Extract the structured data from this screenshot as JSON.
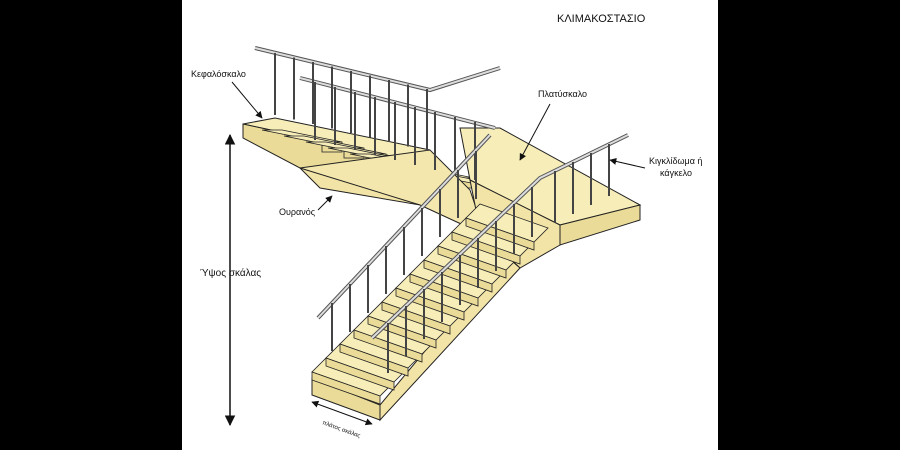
{
  "diagram": {
    "title": "ΚΛΙΜΑΚΟΣΤΑΣΙΟ",
    "labels": {
      "head_step": "Κεφαλόσκαλο",
      "landing": "Πλατύσκαλο",
      "railing_line1": "Κιγκλίδωμα ή",
      "railing_line2": "κάγκελο",
      "soffit": "Ουρανός",
      "stair_height": "Ύψος σκάλας",
      "stair_width": "πλάτος σκάλας"
    },
    "colors": {
      "tread": "#F6EDB8",
      "riser": "#EADB98",
      "side": "#F2E3A6",
      "outline": "#222222",
      "background": "#FFFFFF",
      "letterbox": "#000000"
    }
  }
}
